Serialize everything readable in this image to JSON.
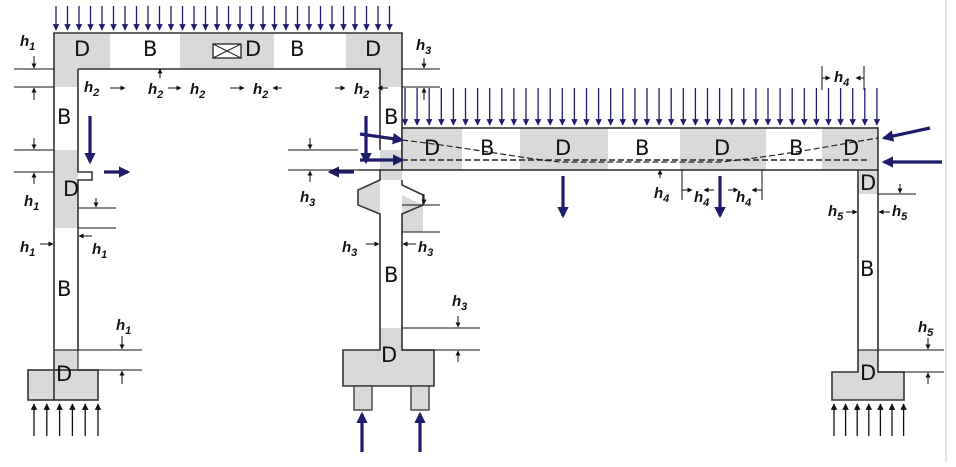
{
  "diagram": {
    "colors": {
      "d_region": "#d9d9d9",
      "b_region": "#ffffff",
      "outline": "#333333",
      "load_arrow": "#1f1d6b",
      "dim_line": "#111111"
    },
    "region_labels": {
      "d": "D",
      "b": "B"
    },
    "dimension_labels": {
      "h1": {
        "base": "h",
        "sub": "1"
      },
      "h2": {
        "base": "h",
        "sub": "2"
      },
      "h3": {
        "base": "h",
        "sub": "3"
      },
      "h4": {
        "base": "h",
        "sub": "4"
      },
      "h5": {
        "base": "h",
        "sub": "5"
      }
    },
    "icons": [
      "opening-box-icon",
      "distributed-load-arrow",
      "point-load-arrow",
      "support-reaction-arrow",
      "pile-support"
    ]
  }
}
